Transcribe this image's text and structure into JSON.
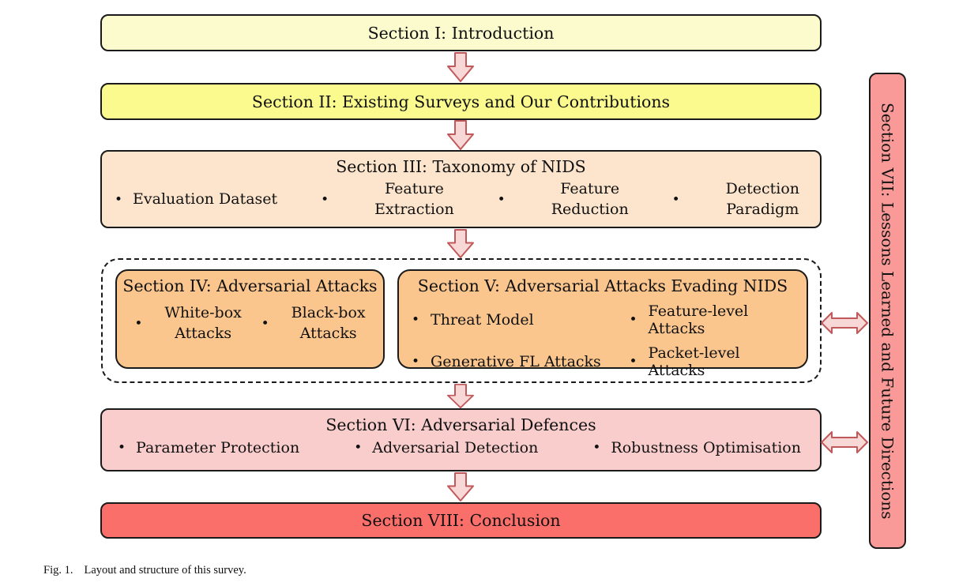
{
  "glyphs": {
    "bullet": "•"
  },
  "caption": {
    "label": "Fig. 1.",
    "text": "Layout and structure of this survey."
  },
  "sections": {
    "s1": {
      "title": "Section I: Introduction"
    },
    "s2": {
      "title": "Section II: Existing Surveys and Our Contributions"
    },
    "s3": {
      "title": "Section III: Taxonomy of NIDS",
      "bullets": [
        "Evaluation Dataset",
        "Feature\nExtraction",
        "Feature\nReduction",
        "Detection\nParadigm"
      ]
    },
    "s4": {
      "title": "Section IV: Adversarial Attacks",
      "bullets": [
        "White-box\nAttacks",
        "Black-box\nAttacks"
      ]
    },
    "s5": {
      "title": "Section V: Adversarial Attacks Evading NIDS",
      "bullets": [
        "Threat Model",
        "Feature-level Attacks",
        "Generative FL Attacks",
        "Packet-level Attacks"
      ]
    },
    "s6": {
      "title": "Section VI: Adversarial Defences",
      "bullets": [
        "Parameter Protection",
        "Adversarial Detection",
        "Robustness Optimisation"
      ]
    },
    "s7": {
      "title": "Section VII: Lessons Learned and Future Directions"
    },
    "s8": {
      "title": "Section VIII: Conclusion"
    }
  },
  "colors": {
    "s1_fill": "#FBFBCE",
    "s2_fill": "#FAFA8E",
    "s3_fill": "#FCE5CC",
    "s4_fill": "#FAC68E",
    "s5_fill": "#FAC68E",
    "s6_fill": "#FACDCD",
    "s7_fill": "#F99A98",
    "s8_fill": "#FB6F6A",
    "arrow_fill": "#F8D8D6",
    "arrow_stroke": "#C1595B",
    "box_border": "#1A1A1A"
  }
}
